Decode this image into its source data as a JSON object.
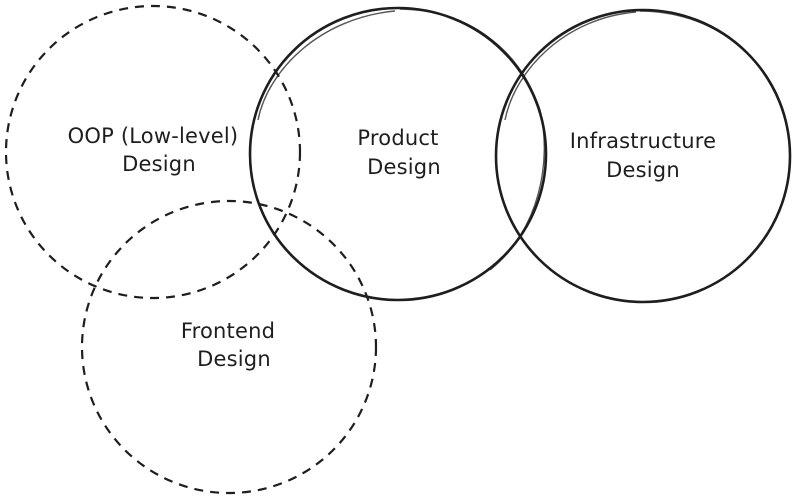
{
  "diagram": {
    "nodes": [
      {
        "id": "oop",
        "line1": "OOP (Low-level)",
        "line2": "Design",
        "style": "dashed"
      },
      {
        "id": "product",
        "line1": "Product",
        "line2": "Design",
        "style": "solid"
      },
      {
        "id": "infra",
        "line1": "Infrastructure",
        "line2": "Design",
        "style": "solid"
      },
      {
        "id": "frontend",
        "line1": "Frontend",
        "line2": "Design",
        "style": "dashed"
      }
    ]
  }
}
